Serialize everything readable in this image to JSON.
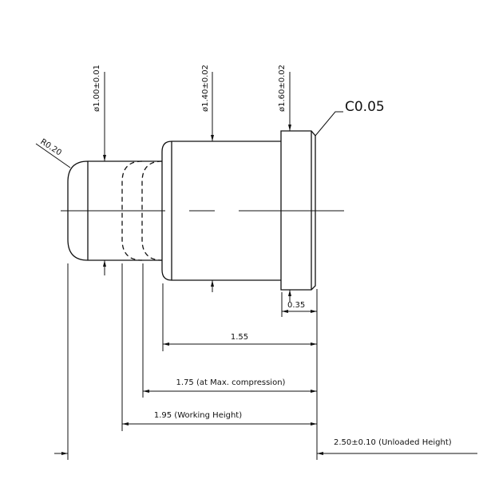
{
  "drawing": {
    "dims": {
      "d100": "ø1.00±0.01",
      "d140": "ø1.40±0.02",
      "d160": "ø1.60±0.02",
      "chamfer": "C0.05",
      "radius": "R0.20",
      "flange": "0.35",
      "body": "1.55",
      "max_comp": "1.75 (at Max. compression)",
      "working": "1.95 (Working Height)",
      "unloaded": "2.50±0.10 (Unloaded Height)"
    }
  }
}
